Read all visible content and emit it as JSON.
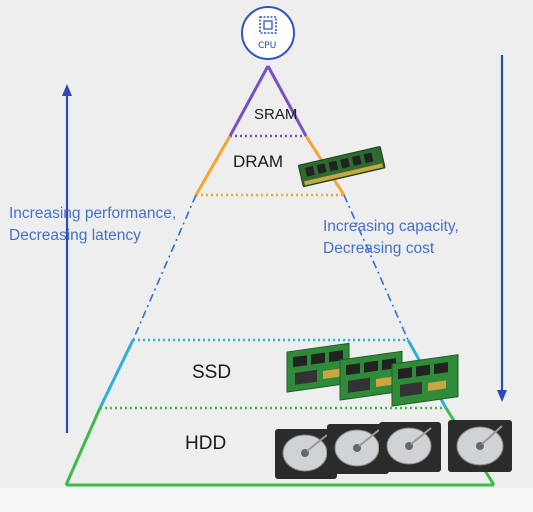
{
  "cpu": {
    "label": "CPU",
    "icon": "cpu-chip-icon"
  },
  "tiers": {
    "sram": "SRAM",
    "dram": "DRAM",
    "ssd": "SSD",
    "hdd": "HDD"
  },
  "left_arrow": {
    "line1": "Increasing performance,",
    "line2": "Decreasing latency"
  },
  "right_arrow": {
    "line1": "Increasing capacity,",
    "line2": "Decreasing cost"
  },
  "colors": {
    "background": "#eeeeee",
    "arrow_blue": "#2e49b8",
    "text_blue": "#4472c4",
    "sram_purple": "#7b4fc4",
    "dram_orange": "#f4a52f",
    "ssd_teal": "#2bb1d8",
    "hdd_green": "#3dbb4a"
  }
}
